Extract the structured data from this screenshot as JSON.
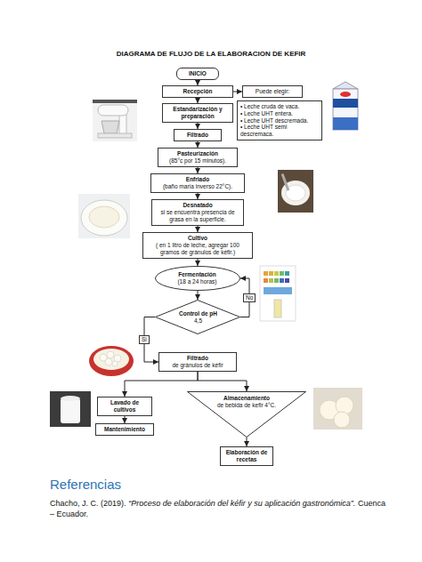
{
  "diagram": {
    "title": "DIAGRAMA DE FLUJO DE LA ELABORACION DE KEFIR",
    "nodes": [
      {
        "text": [
          "INICIO"
        ]
      },
      {
        "text": [
          "Recepción"
        ]
      },
      {
        "text": [
          "Puede elegir:"
        ]
      },
      {
        "text": [
          "Estandarización y preparación"
        ]
      },
      {
        "text": [
          "• Leche cruda de vaca.",
          "• Leche UHT entera.",
          "• Leche UHT descremada.",
          "• Leche UHT semi descremaca."
        ]
      },
      {
        "text": [
          "Filtrado"
        ]
      },
      {
        "text": [
          "Pasteurización",
          "(85°c por 15 minutos)."
        ]
      },
      {
        "text": [
          "Enfriado",
          "(baño maría inverso 22°C)."
        ]
      },
      {
        "text": [
          "Desnatado",
          "si se encuentra presencia de grasa en la superficie."
        ]
      },
      {
        "text": [
          "Cultivo",
          "( en 1 litro de leche, agregar 100 gramos de gránulos de kéfir.)"
        ]
      },
      {
        "text": [
          "Fermentación",
          "(18 a 24 horas)"
        ]
      },
      {
        "text": [
          "Control de pH",
          "4,5"
        ]
      },
      {
        "text": [
          "Filtrado",
          "de gránulos de kéfir"
        ]
      },
      {
        "text": [
          "Lavado de cultivos"
        ]
      },
      {
        "text": [
          "Almacenamiento",
          "de bebida de kefir 4°C."
        ]
      },
      {
        "text": [
          "Mantenimiento"
        ]
      },
      {
        "text": [
          "Elaboración de recetas"
        ]
      }
    ],
    "edges": [
      {
        "from": 0,
        "to": 1,
        "arrow": "to"
      },
      {
        "from": 1,
        "to": 2,
        "arrow": "to"
      },
      {
        "from": 1,
        "to": 3,
        "arrow": "to"
      },
      {
        "from": 3,
        "to": 5,
        "arrow": "to"
      },
      {
        "from": 5,
        "to": 6,
        "arrow": "to"
      },
      {
        "from": 6,
        "to": 7,
        "arrow": "to"
      },
      {
        "from": 7,
        "to": 8,
        "arrow": "to"
      },
      {
        "from": 8,
        "to": 9,
        "arrow": "to"
      },
      {
        "from": 9,
        "to": 10,
        "arrow": "to"
      },
      {
        "from": 10,
        "to": 11,
        "arrow": "to"
      },
      {
        "from": 11,
        "to": 12,
        "label": "Si",
        "arrow": "to"
      },
      {
        "from": 11,
        "to": 10,
        "label": "No",
        "arrow": "to"
      },
      {
        "from": 12,
        "to": 13,
        "arrow": "to"
      },
      {
        "from": 12,
        "to": 14,
        "arrow": "to"
      },
      {
        "from": 13,
        "to": 15,
        "arrow": "to"
      },
      {
        "from": 14,
        "to": 16,
        "arrow": "to"
      }
    ],
    "labels": [
      "Referencias",
      "Chacho, J. C. (2019).",
      "“Proceso de elaboración del kéfir y su aplicación gastronómica”.",
      "Cuenca – Ecuador."
    ]
  }
}
